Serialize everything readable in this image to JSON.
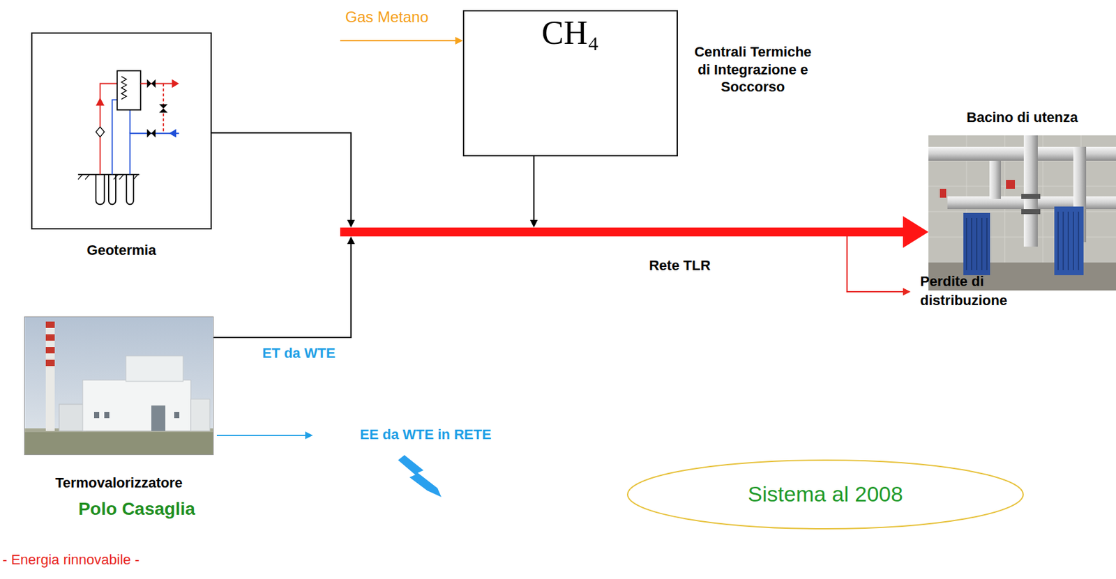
{
  "diagram": {
    "nodes": [
      {
        "text": [
          "Geotermia"
        ]
      },
      {
        "text": [
          "CH₄",
          "Centrali Termiche di Integrazione e Soccorso"
        ]
      },
      {
        "text": [
          "Bacino di utenza"
        ]
      },
      {
        "text": [
          "Rete TLR"
        ]
      },
      {
        "text": [
          "Termovalorizzatore"
        ]
      },
      {
        "text": [
          "Sistema al 2008"
        ]
      }
    ],
    "edges": [
      {
        "from": 0,
        "to": 3,
        "arrow": "to"
      },
      {
        "from": 1,
        "to": 3,
        "arrow": "to"
      },
      {
        "from": 4,
        "to": 3,
        "label": "ET da WTE",
        "arrow": "to"
      },
      {
        "from": 3,
        "to": 2,
        "arrow": "to"
      }
    ],
    "labels": [
      "Gas Metano",
      "Perdite di distribuzione",
      "EE da WTE in RETE",
      "Polo Casaglia",
      "- Energia rinnovabile -"
    ]
  }
}
